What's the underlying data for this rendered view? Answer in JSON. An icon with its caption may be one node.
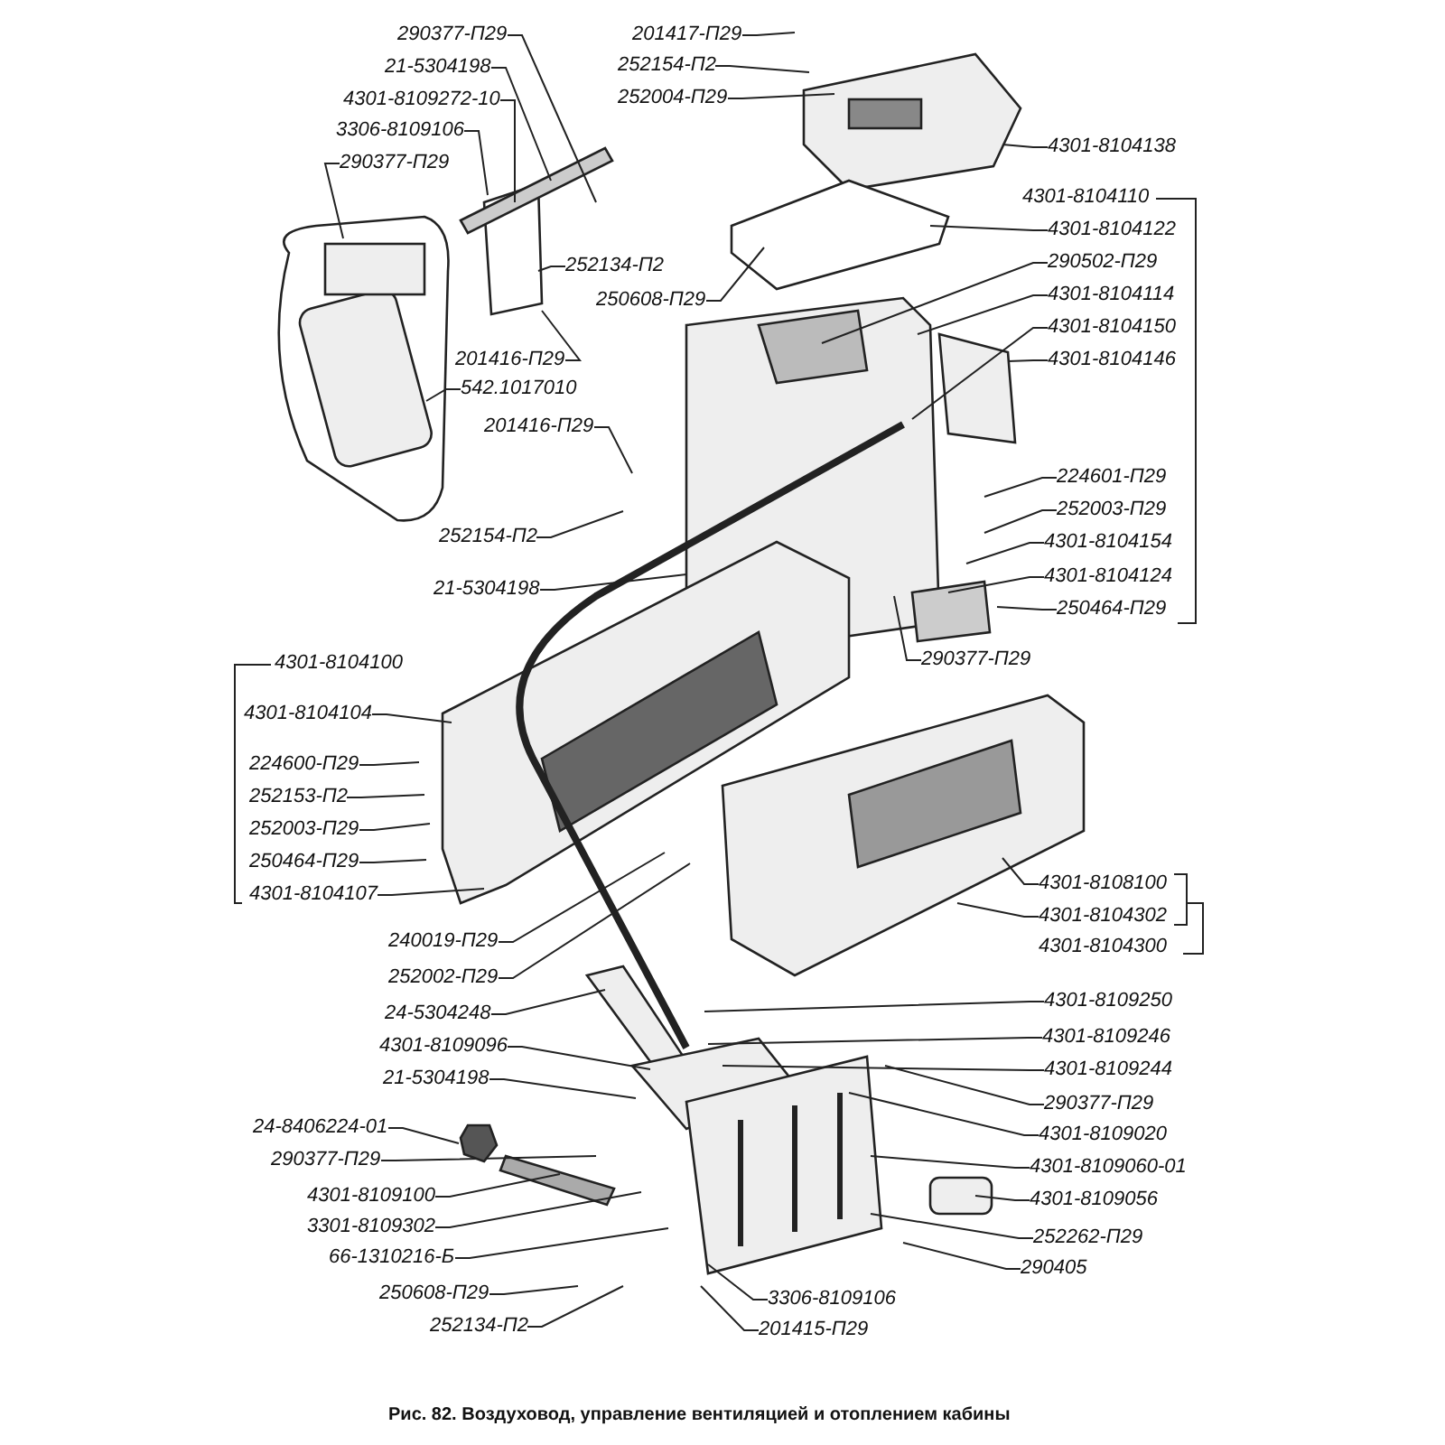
{
  "diagram": {
    "caption": "Рис. 82. Воздуховод, управление вентиляцией и отоплением кабины",
    "nodes": [
      {
        "text": [
          "290377-П29"
        ]
      },
      {
        "text": [
          "21-5304198"
        ]
      },
      {
        "text": [
          "4301-8109272-10"
        ]
      },
      {
        "text": [
          "3306-8109106"
        ]
      },
      {
        "text": [
          "290377-П29"
        ]
      },
      {
        "text": [
          "201417-П29"
        ]
      },
      {
        "text": [
          "252154-П2"
        ]
      },
      {
        "text": [
          "252004-П29"
        ]
      },
      {
        "text": [
          "252134-П2"
        ]
      },
      {
        "text": [
          "250608-П29"
        ]
      },
      {
        "text": [
          "201416-П29"
        ]
      },
      {
        "text": [
          "542.1017010"
        ]
      },
      {
        "text": [
          "4301-8104138"
        ]
      },
      {
        "text": [
          "4301-8104122"
        ]
      },
      {
        "text": [
          "290502-П29"
        ]
      },
      {
        "text": [
          "4301-8104114"
        ]
      },
      {
        "text": [
          "4301-8104150"
        ]
      },
      {
        "text": [
          "4301-8104146"
        ]
      },
      {
        "text": [
          "201416-П29"
        ]
      },
      {
        "text": [
          "224601-П29"
        ]
      },
      {
        "text": [
          "252003-П29"
        ]
      },
      {
        "text": [
          "4301-8104154"
        ]
      },
      {
        "text": [
          "4301-8104124"
        ]
      },
      {
        "text": [
          "250464-П29"
        ]
      },
      {
        "text": [
          "252154-П2"
        ]
      },
      {
        "text": [
          "21-5304198"
        ]
      },
      {
        "text": [
          "290377-П29"
        ]
      },
      {
        "text": [
          "4301-8104104"
        ]
      },
      {
        "text": [
          "224600-П29"
        ]
      },
      {
        "text": [
          "252153-П2"
        ]
      },
      {
        "text": [
          "252003-П29"
        ]
      },
      {
        "text": [
          "250464-П29"
        ]
      },
      {
        "text": [
          "4301-8104107"
        ]
      },
      {
        "text": [
          "4301-8108100"
        ]
      },
      {
        "text": [
          "4301-8104302"
        ]
      },
      {
        "text": [
          "240019-П29"
        ]
      },
      {
        "text": [
          "252002-П29"
        ]
      },
      {
        "text": [
          "24-5304248"
        ]
      },
      {
        "text": [
          "4301-8109250"
        ]
      },
      {
        "text": [
          "4301-8109096"
        ]
      },
      {
        "text": [
          "4301-8109246"
        ]
      },
      {
        "text": [
          "21-5304198"
        ]
      },
      {
        "text": [
          "4301-8109244"
        ]
      },
      {
        "text": [
          "24-8406224-01"
        ]
      },
      {
        "text": [
          "290377-П29"
        ]
      },
      {
        "text": [
          "290377-П29"
        ]
      },
      {
        "text": [
          "4301-8109020"
        ]
      },
      {
        "text": [
          "4301-8109060-01"
        ]
      },
      {
        "text": [
          "4301-8109100"
        ]
      },
      {
        "text": [
          "4301-8109056"
        ]
      },
      {
        "text": [
          "3301-8109302"
        ]
      },
      {
        "text": [
          "252262-П29"
        ]
      },
      {
        "text": [
          "66-1310216-Б"
        ]
      },
      {
        "text": [
          "290405"
        ]
      },
      {
        "text": [
          "250608-П29"
        ]
      },
      {
        "text": [
          "3306-8109106"
        ]
      },
      {
        "text": [
          "252134-П2"
        ]
      },
      {
        "text": [
          "201415-П29"
        ]
      },
      {
        "text": [],
        "shape": "picture"
      }
    ],
    "edges": [
      {
        "from": 0,
        "to": null,
        "arrow": "none"
      },
      {
        "from": 1,
        "to": null,
        "arrow": "none"
      },
      {
        "from": 2,
        "to": null,
        "arrow": "none"
      },
      {
        "from": 3,
        "to": null,
        "arrow": "none"
      },
      {
        "from": 4,
        "to": null,
        "arrow": "none"
      },
      {
        "from": 5,
        "to": null,
        "arrow": "none"
      },
      {
        "from": 6,
        "to": null,
        "arrow": "none"
      },
      {
        "from": 7,
        "to": null,
        "arrow": "none"
      },
      {
        "from": 8,
        "to": null,
        "arrow": "none"
      },
      {
        "from": 9,
        "to": null,
        "arrow": "none"
      },
      {
        "from": 10,
        "to": null,
        "arrow": "none"
      },
      {
        "from": 11,
        "to": null,
        "arrow": "none"
      },
      {
        "from": 12,
        "to": null,
        "arrow": "none"
      },
      {
        "from": 13,
        "to": null,
        "arrow": "none"
      },
      {
        "from": 14,
        "to": null,
        "arrow": "none"
      },
      {
        "from": 15,
        "to": null,
        "arrow": "none"
      },
      {
        "from": 16,
        "to": null,
        "arrow": "none"
      },
      {
        "from": 17,
        "to": null,
        "arrow": "none"
      },
      {
        "from": 18,
        "to": null,
        "arrow": "none"
      },
      {
        "from": 19,
        "to": null,
        "arrow": "none"
      },
      {
        "from": 20,
        "to": null,
        "arrow": "none"
      },
      {
        "from": 21,
        "to": null,
        "arrow": "none"
      },
      {
        "from": 22,
        "to": null,
        "arrow": "none"
      },
      {
        "from": 23,
        "to": null,
        "arrow": "none"
      },
      {
        "from": 24,
        "to": null,
        "arrow": "none"
      },
      {
        "from": 25,
        "to": null,
        "arrow": "none"
      },
      {
        "from": 26,
        "to": null,
        "arrow": "none"
      },
      {
        "from": 27,
        "to": null,
        "arrow": "none"
      },
      {
        "from": 28,
        "to": null,
        "arrow": "none"
      },
      {
        "from": 29,
        "to": null,
        "arrow": "none"
      },
      {
        "from": 30,
        "to": null,
        "arrow": "none"
      },
      {
        "from": 31,
        "to": null,
        "arrow": "none"
      },
      {
        "from": 32,
        "to": null,
        "arrow": "none"
      },
      {
        "from": 33,
        "to": null,
        "arrow": "none"
      },
      {
        "from": 34,
        "to": null,
        "arrow": "none"
      },
      {
        "from": 35,
        "to": null,
        "arrow": "none"
      },
      {
        "from": 36,
        "to": null,
        "arrow": "none"
      },
      {
        "from": 37,
        "to": null,
        "arrow": "none"
      },
      {
        "from": 38,
        "to": null,
        "arrow": "none"
      },
      {
        "from": 39,
        "to": null,
        "arrow": "none"
      },
      {
        "from": 40,
        "to": null,
        "arrow": "none"
      },
      {
        "from": 41,
        "to": null,
        "arrow": "none"
      },
      {
        "from": 42,
        "to": null,
        "arrow": "none"
      },
      {
        "from": 43,
        "to": 58,
        "arrow": "none"
      },
      {
        "from": 44,
        "to": null,
        "arrow": "none"
      },
      {
        "from": 45,
        "to": null,
        "arrow": "none"
      },
      {
        "from": 46,
        "to": null,
        "arrow": "none"
      },
      {
        "from": 47,
        "to": null,
        "arrow": "none"
      },
      {
        "from": 48,
        "to": null,
        "arrow": "none"
      },
      {
        "from": 49,
        "to": null,
        "arrow": "none"
      },
      {
        "from": 50,
        "to": null,
        "arrow": "none"
      },
      {
        "from": 51,
        "to": null,
        "arrow": "none"
      },
      {
        "from": 52,
        "to": null,
        "arrow": "none"
      },
      {
        "from": 53,
        "to": null,
        "arrow": "none"
      },
      {
        "from": 54,
        "to": null,
        "arrow": "none"
      },
      {
        "from": 55,
        "to": null,
        "arrow": "none"
      },
      {
        "from": 56,
        "to": null,
        "arrow": "none"
      },
      {
        "from": 57,
        "to": null,
        "arrow": "none"
      }
    ],
    "labels": [
      "4301-8104110",
      "4301-8104100",
      "4301-8104300"
    ]
  }
}
